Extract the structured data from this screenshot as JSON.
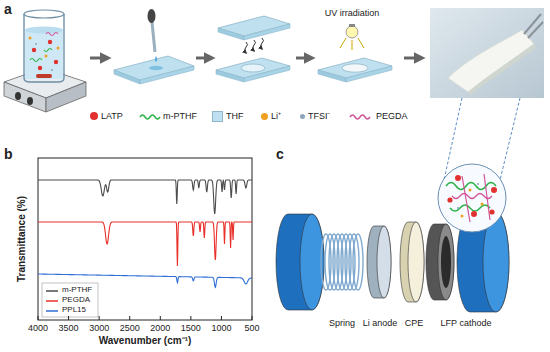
{
  "diagram": {
    "labels": [
      "a",
      "UV irradiation",
      "b",
      "Transmittance (%)",
      "4000",
      "3500",
      "3000",
      "2500",
      "2000",
      "1500",
      "1000",
      "500",
      "Wavenumber (cm⁻¹)",
      "c",
      "Spring",
      "Li anode",
      "CPE",
      "LFP cathode"
    ],
    "legend": [
      {
        "text": "LATP",
        "color": "#e03030"
      },
      {
        "text": "m-PTHF"
      },
      {
        "text": "THF",
        "color": "#bfe0f0"
      },
      {
        "text": "Li⁺",
        "color": "#f0a020"
      },
      {
        "text": "TFSI⁻",
        "color": "#8fa4bb"
      },
      {
        "text": "PEGDA"
      },
      {
        "text": "m-PTHF"
      },
      {
        "text": "PEGDA"
      },
      {
        "text": "PPL15"
      }
    ]
  }
}
